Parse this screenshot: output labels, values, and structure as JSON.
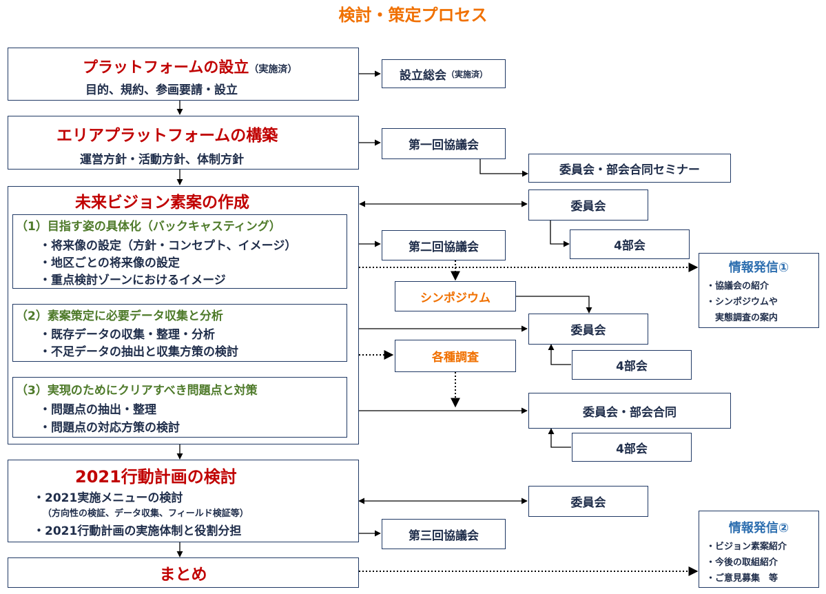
{
  "title": "検討・策定プロセス",
  "steps": {
    "s1": {
      "title": "プラットフォームの設立",
      "note": "（実施済）",
      "sub": "目的、規約、参画要請・設立"
    },
    "s2": {
      "title": "エリアプラットフォームの構築",
      "sub": "運営方針・活動方針、体制方針"
    },
    "s3": {
      "title": "未来ビジョン素案の作成",
      "sub1": {
        "title": "（1）目指す姿の具体化（バックキャスティング）",
        "items": [
          "・将来像の設定（方針・コンセプト、イメージ）",
          "・地区ごとの将来像の設定",
          "・重点検討ゾーンにおけるイメージ"
        ]
      },
      "sub2": {
        "title": "（2）素案策定に必要データ収集と分析",
        "items": [
          "・既存データの収集・整理・分析",
          "・不足データの抽出と収集方策の検討"
        ]
      },
      "sub3": {
        "title": "（3）実現のためにクリアすべき問題点と対策",
        "items": [
          "・問題点の抽出・整理",
          "・問題点の対応方策の検討"
        ]
      }
    },
    "s4": {
      "title": "2021行動計画の検討",
      "item1": "・2021実施メニューの検討",
      "item1_note": "（方向性の検証、データ収集、フィールド検証等）",
      "item2": "・2021行動計画の実施体制と役割分担"
    },
    "s5": {
      "title": "まとめ"
    }
  },
  "side": {
    "founding": {
      "label": "設立総会",
      "note": "（実施済）"
    },
    "council1": "第一回協議会",
    "joint_seminar": "委員会・部会合同セミナー",
    "committee1": "委員会",
    "bukai1": "4部会",
    "council2": "第二回協議会",
    "symposium": "シンポジウム",
    "committee2": "委員会",
    "bukai2": "4部会",
    "surveys": "各種調査",
    "joint": "委員会・部会合同",
    "bukai3": "4部会",
    "committee3": "委員会",
    "council3": "第三回協議会"
  },
  "info1": {
    "title": "情報発信①",
    "items": [
      "・協議会の紹介",
      "・シンポジウムや",
      "　実態調査の案内"
    ]
  },
  "info2": {
    "title": "情報発信②",
    "items": [
      "・ビジョン素案紹介",
      "・今後の取組紹介",
      "・ご意見募集　等"
    ]
  }
}
